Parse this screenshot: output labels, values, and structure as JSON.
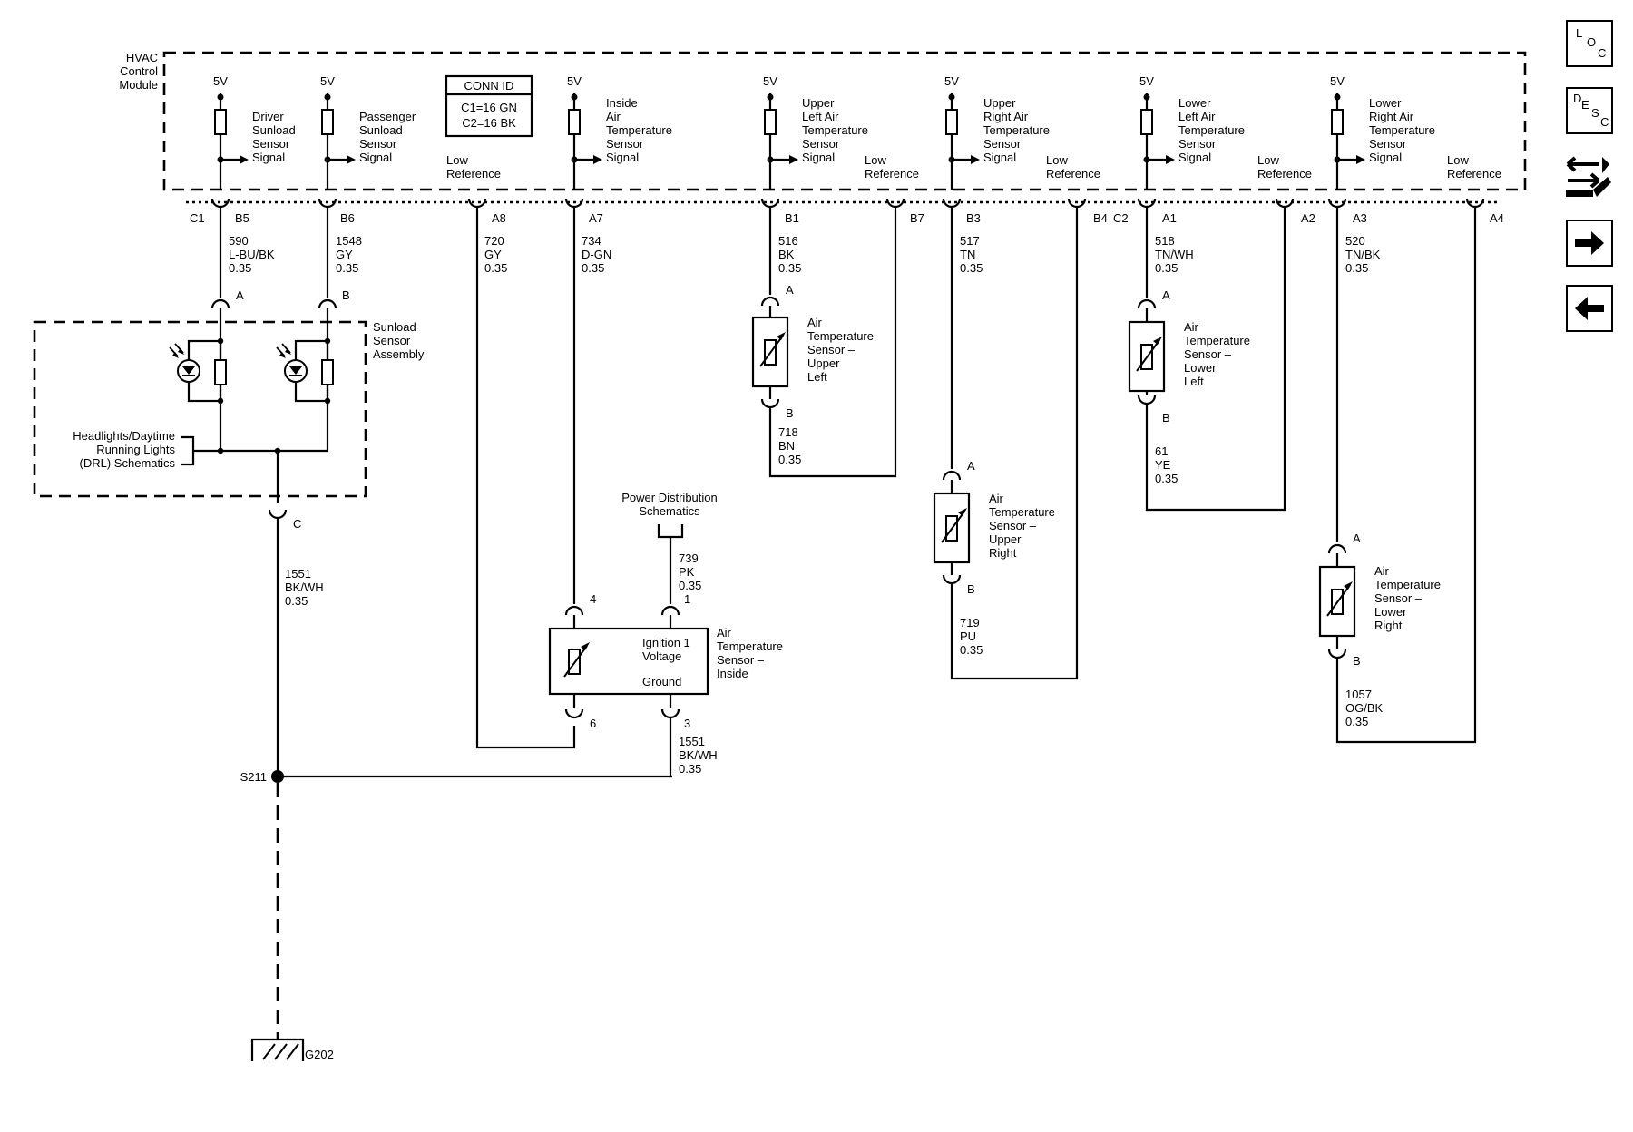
{
  "module": {
    "title_l1": "HVAC",
    "title_l2": "Control",
    "title_l3": "Module"
  },
  "conn_id": {
    "title": "CONN ID",
    "c1": "C1=16 GN",
    "c2": "C2=16 BK"
  },
  "v5": "5V",
  "signals": [
    {
      "l1": "Driver",
      "l2": "Sunload",
      "l3": "Sensor",
      "l4": "Signal"
    },
    {
      "l1": "Passenger",
      "l2": "Sunload",
      "l3": "Sensor",
      "l4": "Signal"
    },
    {
      "l1": "Inside",
      "l2": "Air",
      "l3": "Temperature",
      "l4": "Sensor",
      "l5": "Signal"
    },
    {
      "l1": "Upper",
      "l2": "Left Air",
      "l3": "Temperature",
      "l4": "Sensor",
      "l5": "Signal"
    },
    {
      "l1": "Upper",
      "l2": "Right Air",
      "l3": "Temperature",
      "l4": "Sensor",
      "l5": "Signal"
    },
    {
      "l1": "Lower",
      "l2": "Left Air",
      "l3": "Temperature",
      "l4": "Sensor",
      "l5": "Signal"
    },
    {
      "l1": "Lower",
      "l2": "Right Air",
      "l3": "Temperature",
      "l4": "Sensor",
      "l5": "Signal"
    }
  ],
  "low_ref": {
    "l1": "Low",
    "l2": "Reference"
  },
  "connectors": {
    "c1": "C1",
    "c2": "C2"
  },
  "pins": {
    "B5": "B5",
    "B6": "B6",
    "A8": "A8",
    "A7": "A7",
    "B1": "B1",
    "B7": "B7",
    "B3": "B3",
    "B4": "B4",
    "A1": "A1",
    "A2": "A2",
    "A3": "A3",
    "A4": "A4"
  },
  "wires": {
    "w590": {
      "num": "590",
      "color": "L-BU/BK",
      "size": "0.35"
    },
    "w1548": {
      "num": "1548",
      "color": "GY",
      "size": "0.35"
    },
    "w720": {
      "num": "720",
      "color": "GY",
      "size": "0.35"
    },
    "w734": {
      "num": "734",
      "color": "D-GN",
      "size": "0.35"
    },
    "w516": {
      "num": "516",
      "color": "BK",
      "size": "0.35"
    },
    "w517": {
      "num": "517",
      "color": "TN",
      "size": "0.35"
    },
    "w518": {
      "num": "518",
      "color": "TN/WH",
      "size": "0.35"
    },
    "w520": {
      "num": "520",
      "color": "TN/BK",
      "size": "0.35"
    },
    "w718": {
      "num": "718",
      "color": "BN",
      "size": "0.35"
    },
    "w719": {
      "num": "719",
      "color": "PU",
      "size": "0.35"
    },
    "w61": {
      "num": "61",
      "color": "YE",
      "size": "0.35"
    },
    "w1057": {
      "num": "1057",
      "color": "OG/BK",
      "size": "0.35"
    },
    "w739": {
      "num": "739",
      "color": "PK",
      "size": "0.35"
    },
    "w1551a": {
      "num": "1551",
      "color": "BK/WH",
      "size": "0.35"
    },
    "w1551b": {
      "num": "1551",
      "color": "BK/WH",
      "size": "0.35"
    }
  },
  "terminals": {
    "A": "A",
    "B": "B",
    "C": "C",
    "t1": "1",
    "t3": "3",
    "t4": "4",
    "t6": "6"
  },
  "sunload": {
    "l1": "Sunload",
    "l2": "Sensor",
    "l3": "Assembly"
  },
  "headlights": {
    "l1": "Headlights/Daytime",
    "l2": "Running Lights",
    "l3": "(DRL) Schematics"
  },
  "power_dist": {
    "l1": "Power Distribution",
    "l2": "Schematics"
  },
  "inside_sensor": {
    "l1": "Air",
    "l2": "Temperature",
    "l3": "Sensor –",
    "l4": "Inside",
    "ign1": "Ignition 1",
    "ign2": "Voltage",
    "ground": "Ground"
  },
  "sensor_ul": {
    "l1": "Air",
    "l2": "Temperature",
    "l3": "Sensor –",
    "l4": "Upper",
    "l5": "Left"
  },
  "sensor_ur": {
    "l1": "Air",
    "l2": "Temperature",
    "l3": "Sensor –",
    "l4": "Upper",
    "l5": "Right"
  },
  "sensor_ll": {
    "l1": "Air",
    "l2": "Temperature",
    "l3": "Sensor –",
    "l4": "Lower",
    "l5": "Left"
  },
  "sensor_lr": {
    "l1": "Air",
    "l2": "Temperature",
    "l3": "Sensor –",
    "l4": "Lower",
    "l5": "Right"
  },
  "splice": "S211",
  "ground": "G202",
  "nav": {
    "loc": {
      "a": "L",
      "b": "O",
      "c": "C"
    },
    "desc": {
      "a": "D",
      "b": "E",
      "c": "S",
      "d": "C"
    }
  }
}
